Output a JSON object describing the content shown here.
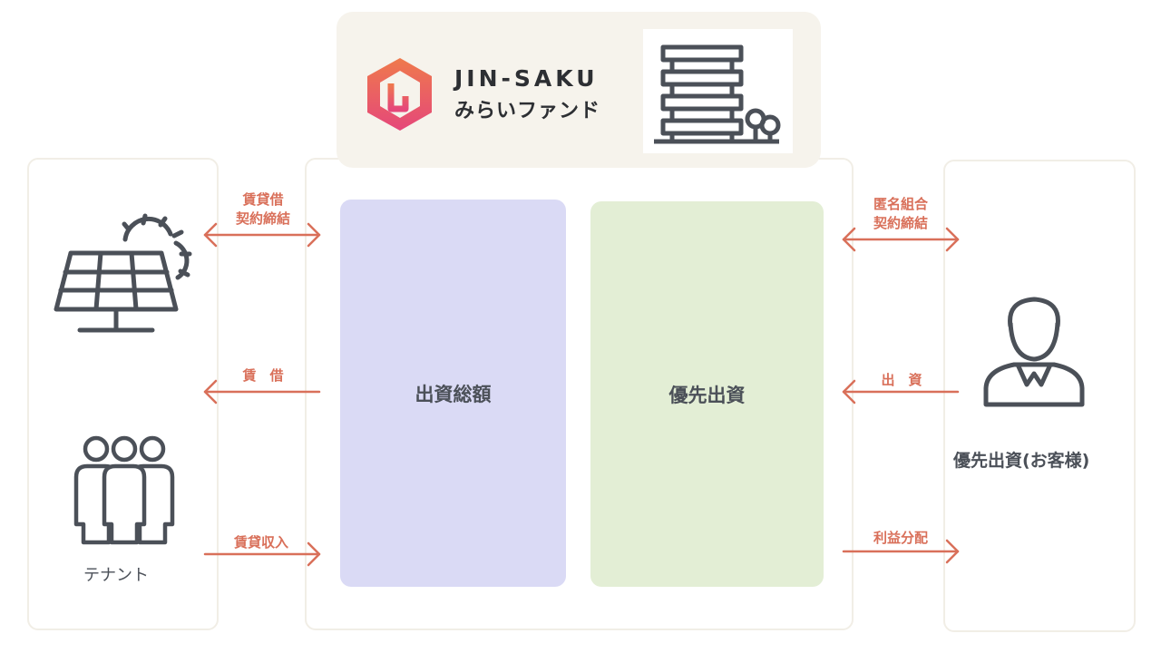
{
  "brand": {
    "name": "JIN-SAKU",
    "subtitle": "みらいファンド",
    "logo_icon": "hexagon-logo-icon",
    "building_icon": "apartment-building-icon"
  },
  "center": {
    "total_investment": "出資総額",
    "priority_investment": "優先出資"
  },
  "left": {
    "solar_icon": "solar-panel-icon",
    "tenants_icon": "tenant-people-icon",
    "tenant_label": "テナント"
  },
  "right": {
    "customer_icon": "customer-person-icon",
    "customer_label": "優先出資(お客様)"
  },
  "flows": {
    "lease_contract": [
      "賃貸借",
      "契約締結"
    ],
    "lease": "賃　借",
    "rental_income": "賃貸収入",
    "tk_contract": [
      "匿名組合",
      "契約締結"
    ],
    "investment": "出　資",
    "profit_distribution": "利益分配"
  },
  "colors": {
    "arrow": "#d9705a",
    "total_box": "#dadaf5",
    "priority_box": "#e3eed5",
    "brand_box": "#f6f3ec",
    "icon_stroke": "#4b5058",
    "logo_gradient_top": "#ef7a4c",
    "logo_gradient_bottom": "#e5477a"
  }
}
